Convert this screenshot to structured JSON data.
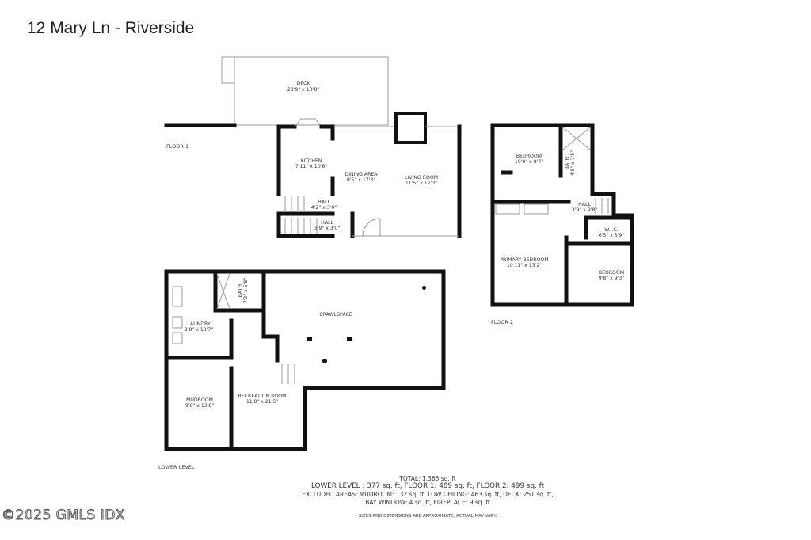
{
  "title": "12 Mary Ln - Riverside",
  "floor1": {
    "label": "FLOOR 1",
    "rooms": {
      "deck": {
        "name": "DECK",
        "dims": "23'9\" x 10'8\""
      },
      "kitchen": {
        "name": "KITCHEN",
        "dims": "7'11\" x 10'6\""
      },
      "dining": {
        "name": "DINING AREA",
        "dims": "8'5\" x 17'3\""
      },
      "living": {
        "name": "LIVING ROOM",
        "dims": "11'5\" x 17'3\""
      },
      "hall1": {
        "name": "HALL",
        "dims": "4'2\" x 3'0\""
      },
      "hall2": {
        "name": "HALL",
        "dims": "3'9\" x 3'0\""
      }
    }
  },
  "floor2": {
    "label": "FLOOR 2",
    "rooms": {
      "bedroom1": {
        "name": "BEDROOM",
        "dims": "10'9\" x 9'7\""
      },
      "bath": {
        "name": "BATH",
        "dims": "4'8\" x 7'5\""
      },
      "hall": {
        "name": "HALL",
        "dims": "3'9\" x 9'8\""
      },
      "wic": {
        "name": "W.I.C.",
        "dims": "6'5\" x 3'9\""
      },
      "primary": {
        "name": "PRIMARY BEDROOM",
        "dims": "10'11\" x 13'2\""
      },
      "bedroom2": {
        "name": "BEDROOM",
        "dims": "9'8\" x 9'3\""
      }
    }
  },
  "lower": {
    "label": "LOWER LEVEL",
    "rooms": {
      "crawl": {
        "name": "CRAWLSPACE"
      },
      "laundry": {
        "name": "LAUNDRY",
        "dims": "9'8\" x 13'7\""
      },
      "bath": {
        "name": "BATH",
        "dims": "7'2\" x 5'8\""
      },
      "mudroom": {
        "name": "MUDROOM",
        "dims": "9'8\" x 13'8\""
      },
      "rec": {
        "name": "RECREATION ROOM",
        "dims": "11'8\" x 21'5\""
      }
    }
  },
  "summary": {
    "total": "TOTAL: 1,365 sq. ft",
    "levels": "LOWER LEVEL : 377 sq. ft, FLOOR 1: 489 sq. ft, FLOOR 2: 499 sq. ft",
    "excluded1": "EXCLUDED AREAS: MUDROOM: 132 sq. ft, LOW CEILING: 463 sq. ft, DECK: 251 sq. ft,",
    "excluded2": "BAY WINDOW: 4 sq. ft, FIREPLACE: 9 sq. ft",
    "disclaimer": "SIZES AND DIMENSIONS ARE APPROXIMATE, ACTUAL MAY VARY."
  },
  "watermark": "©2025 GMLS IDX"
}
